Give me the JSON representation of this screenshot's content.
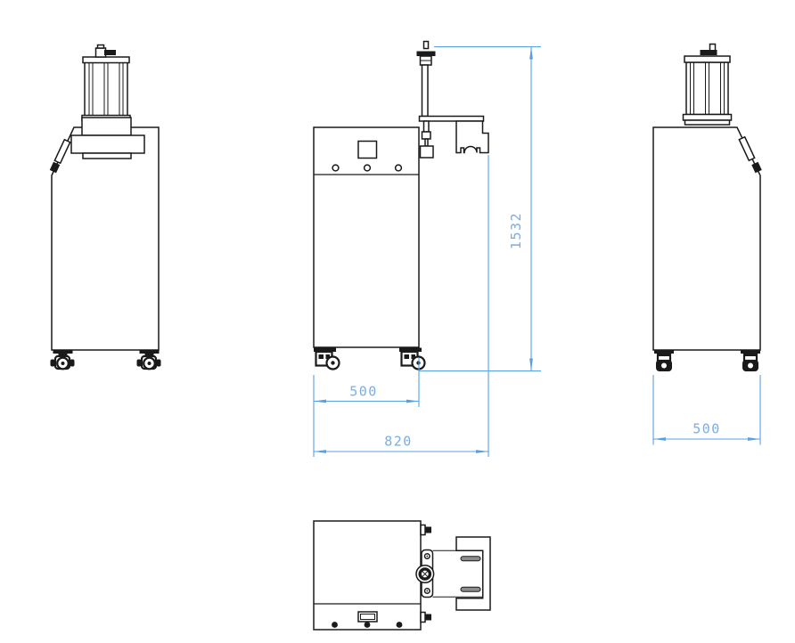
{
  "drawing": {
    "dimensions": {
      "front_width": "500",
      "overall_width": "820",
      "overall_height": "1532",
      "side_depth": "500"
    },
    "colors": {
      "line_color": "#1a1a1a",
      "dimension_line_color": "#58a0e4",
      "dimension_text_color": "#7aade6",
      "background": "#ffffff"
    }
  }
}
